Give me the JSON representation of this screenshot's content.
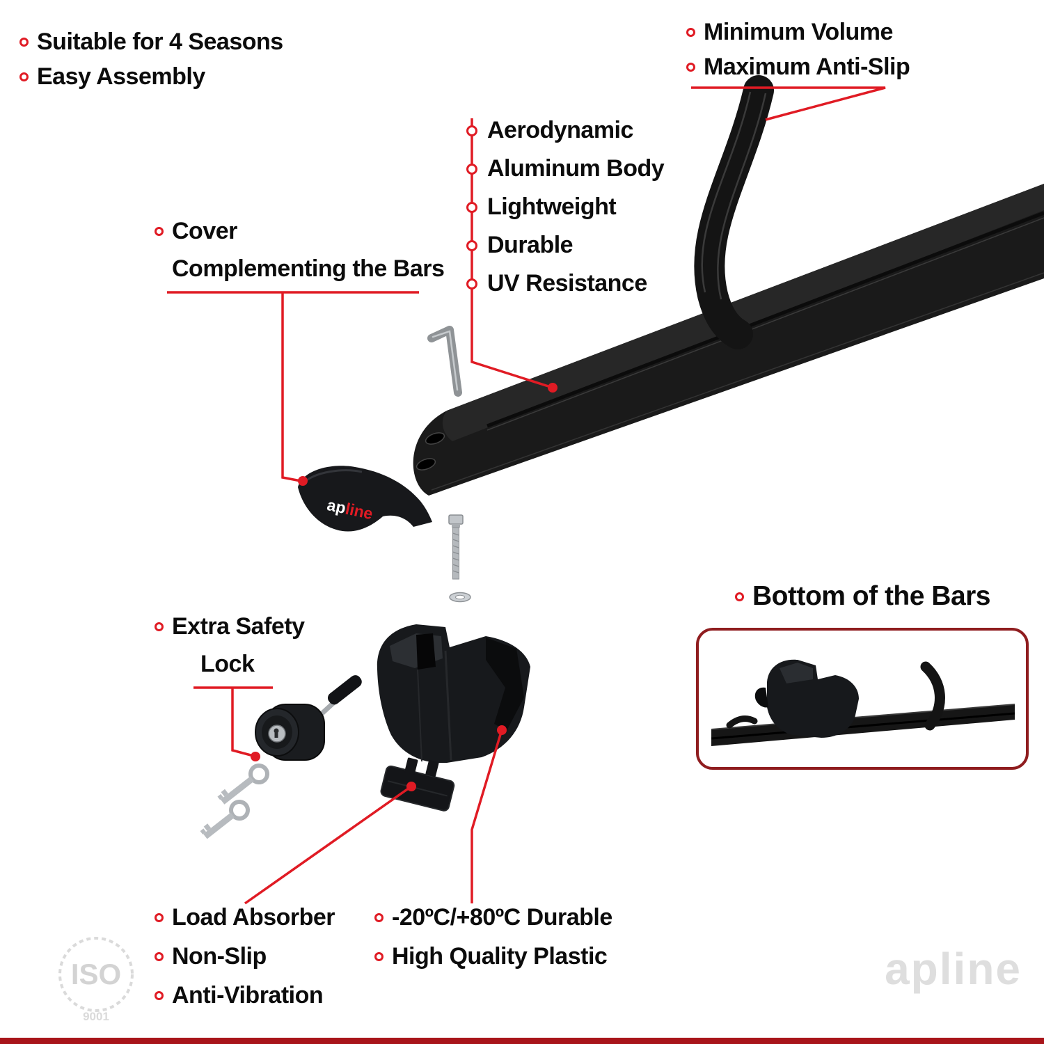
{
  "colors": {
    "accent_red": "#e01b24",
    "box_border": "#8f1d1f",
    "bottom_strip": "#a8151a",
    "product_black": "#17191c",
    "watermark_gray": "#d6d6d6",
    "text": "#0c0c0c"
  },
  "labels": {
    "top_left": [
      "Suitable for 4 Seasons",
      "Easy Assembly"
    ],
    "top_right": [
      "Minimum Volume",
      "Maximum Anti-Slip"
    ],
    "features": [
      "Aerodynamic",
      "Aluminum Body",
      "Lightweight",
      "Durable",
      "UV Resistance"
    ],
    "cover_line1": "Cover",
    "cover_line2": "Complementing the Bars",
    "safety_line1": "Extra Safety",
    "safety_line2": "Lock",
    "bottom_bars": "Bottom of the Bars",
    "bottom_left": [
      "Load Absorber",
      "Non-Slip",
      "Anti-Vibration"
    ],
    "bottom_right": [
      "-20ºC/+80ºC Durable",
      "High Quality Plastic"
    ]
  },
  "logo": {
    "prefix": "ap",
    "suffix": "line"
  },
  "watermarks": {
    "iso_title": "ISO",
    "iso_subtitle": "9001",
    "brand": "apline"
  }
}
